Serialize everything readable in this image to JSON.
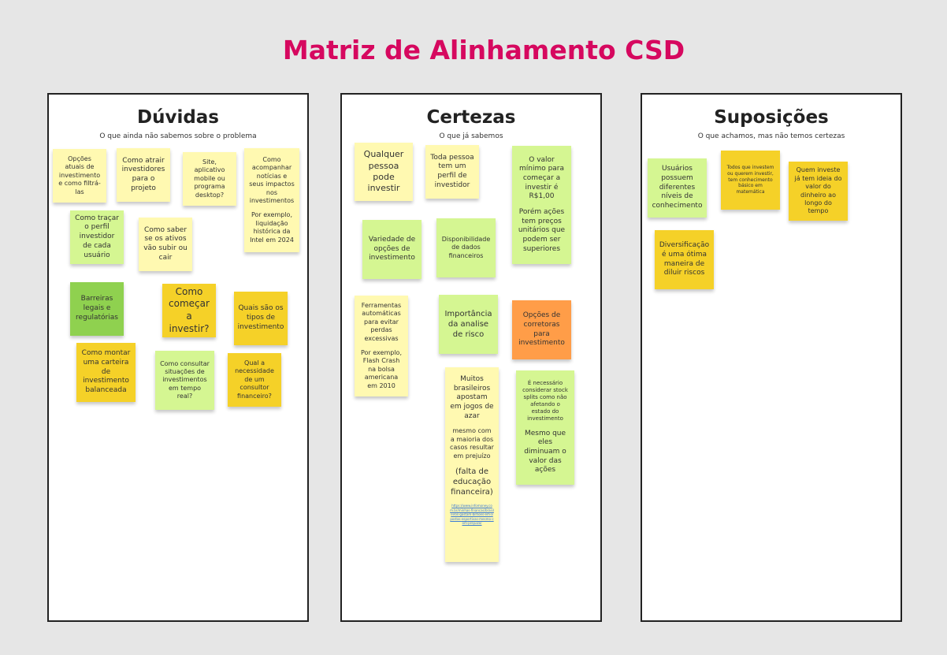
{
  "title": "Matriz de Alinhamento CSD",
  "colors": {
    "title": "#d6085f",
    "pale_yellow": "#fff9b1",
    "light_green": "#d5f692",
    "green": "#8fd14f",
    "yellow": "#f5d128",
    "orange": "#ff9d48"
  },
  "duvidas": {
    "title": "Dúvidas",
    "subtitle": "O que ainda não sabemos sobre o problema",
    "notes": [
      "Opções atuais de investimento e como filtrá-las",
      "Como atrair investidores para o projeto",
      "Site, aplicativo mobile ou programa desktop?",
      "Como acompanhar notícias e seus impactos nos investimentos",
      "Por exemplo, liquidação histórica da Intel em 2024",
      "Como traçar o perfil investidor de cada usuário",
      "Como saber se os ativos vão subir ou cair",
      "Barreiras legais e regulatórias",
      "Como começar a investir?",
      "Quais são os tipos de investimento",
      "Como montar uma carteira de investimento balanceada",
      "Como consultar situações de investimentos em tempo real?",
      "Qual a necessidade de um consultor financeiro?"
    ]
  },
  "certezas": {
    "title": "Certezas",
    "subtitle": "O que já sabemos",
    "notes": [
      "Qualquer pessoa pode investir",
      "Toda pessoa tem um perfil de investidor",
      "O valor mínimo para começar a investir é R$1,00",
      "Porém ações tem preços unitários que podem ser superiores",
      "Variedade de opções de investimento",
      "Disponibilidade de dados financeiros",
      "Ferramentas automáticas para evitar perdas excessivas",
      "Por exemplo, Flash Crash na bolsa americana em 2010",
      "Importância da analise de risco",
      "Opções de corretoras para investimento",
      "Muitos brasileiros apostam em jogos de azar",
      "mesmo com a maioria dos casos resultar em prejuízo",
      "(falta de educação financeira)",
      "https://www.infomoney.com.br/minhas-financas/brasileiros-gastam-bilhoes-em-apostas-esportivas-mesmo-com-prejuizo/",
      "É necessário considerar stock splits como não afetando o estado do investimento",
      "Mesmo que eles diminuam o valor das ações"
    ]
  },
  "suposicoes": {
    "title": "Suposições",
    "subtitle": "O que achamos, mas não temos certezas",
    "notes": [
      "Usuários possuem diferentes níveis de conhecimento",
      "Todos que investem ou querem investir, tem conhecimento básico em matemática",
      "Quem investe já tem ideia do valor do dinheiro ao longo do tempo",
      "Diversificação é uma ótima maneira de diluir riscos"
    ]
  }
}
